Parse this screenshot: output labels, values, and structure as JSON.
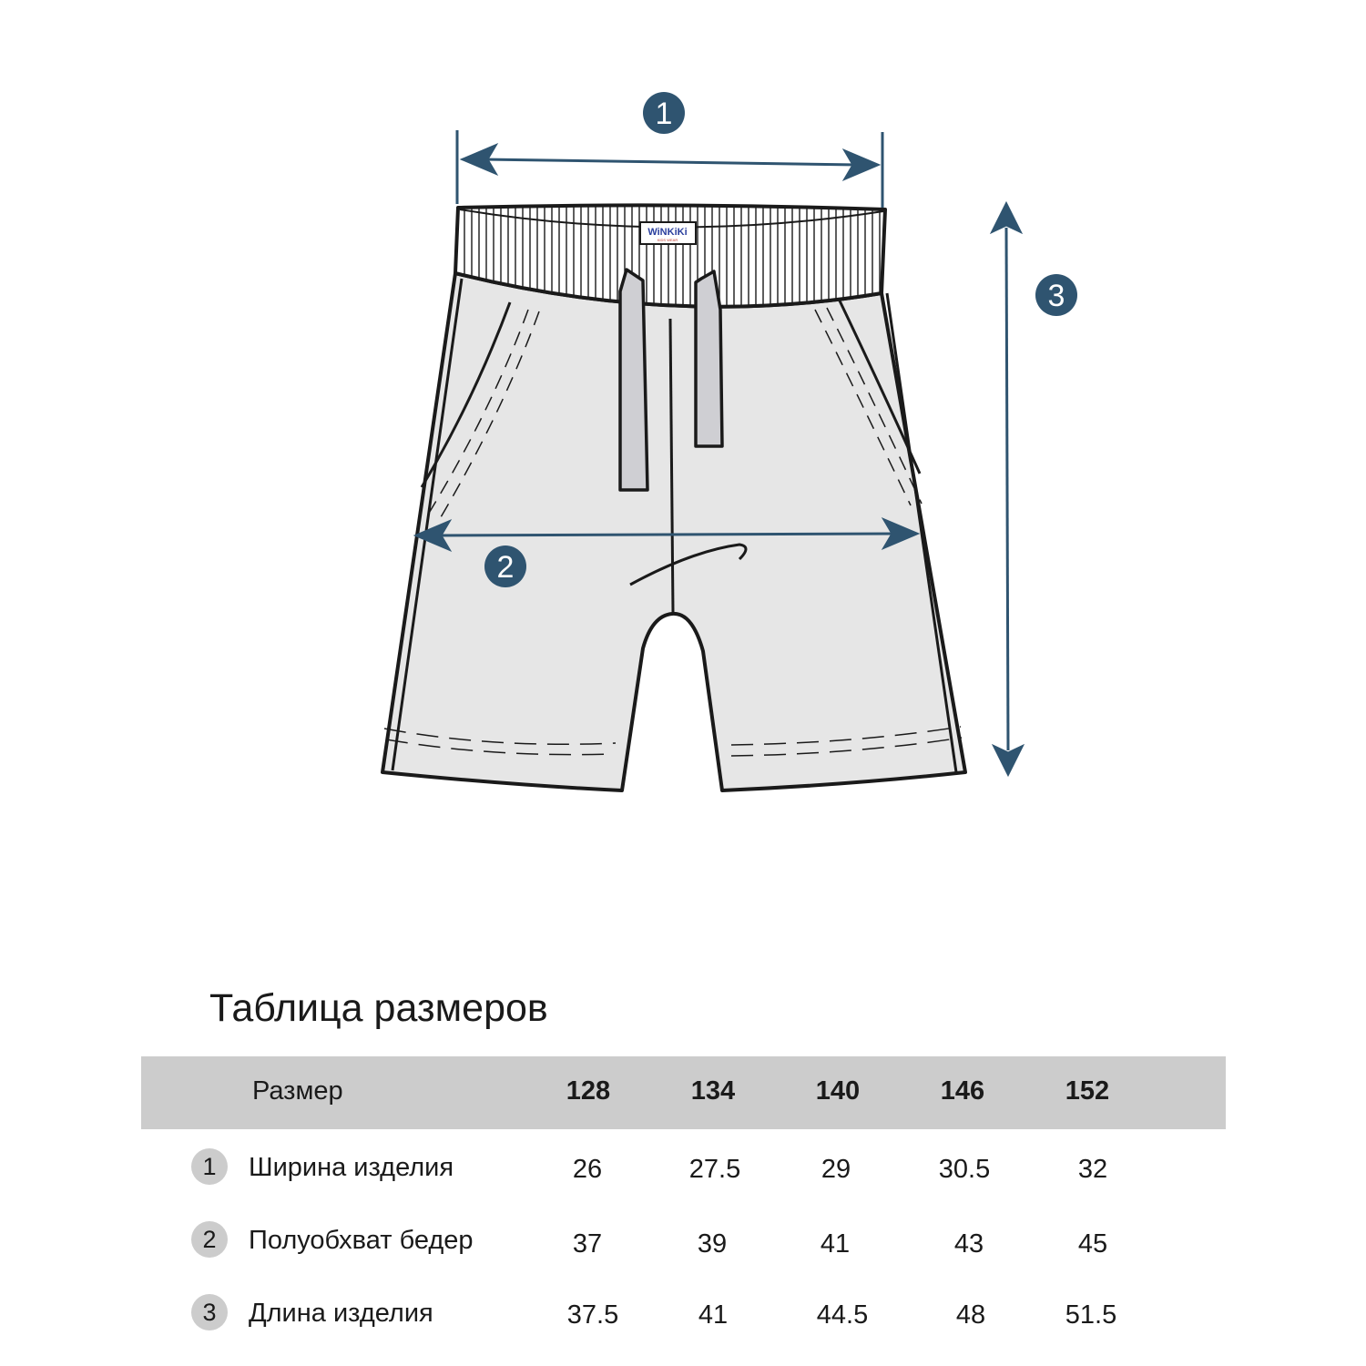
{
  "diagram": {
    "markers": [
      {
        "number": "1",
        "measure": "width"
      },
      {
        "number": "2",
        "measure": "hip"
      },
      {
        "number": "3",
        "measure": "length"
      }
    ],
    "label_brand": "WiNKiKi",
    "label_sub": "KIDS WEAR",
    "colors": {
      "arrow": "#2f5470",
      "marker": "#2f5470",
      "fabric": "#e6e6e6",
      "outline": "#1a1a1a",
      "drawstring": "#cfcfd3"
    }
  },
  "table": {
    "title": "Таблица размеров",
    "header_label": "Размер",
    "sizes": [
      "128",
      "134",
      "140",
      "146",
      "152"
    ],
    "rows": [
      {
        "badge": "1",
        "label": "Ширина изделия",
        "values": [
          "26",
          "27.5",
          "29",
          "30.5",
          "32"
        ]
      },
      {
        "badge": "2",
        "label": "Полуобхват бедер",
        "values": [
          "37",
          "39",
          "41",
          "43",
          "45"
        ]
      },
      {
        "badge": "3",
        "label": "Длина изделия",
        "values": [
          "37.5",
          "41",
          "44.5",
          "48",
          "51.5"
        ]
      }
    ],
    "colors": {
      "header_bg": "#cccccc",
      "badge_bg": "#cccccc"
    }
  }
}
